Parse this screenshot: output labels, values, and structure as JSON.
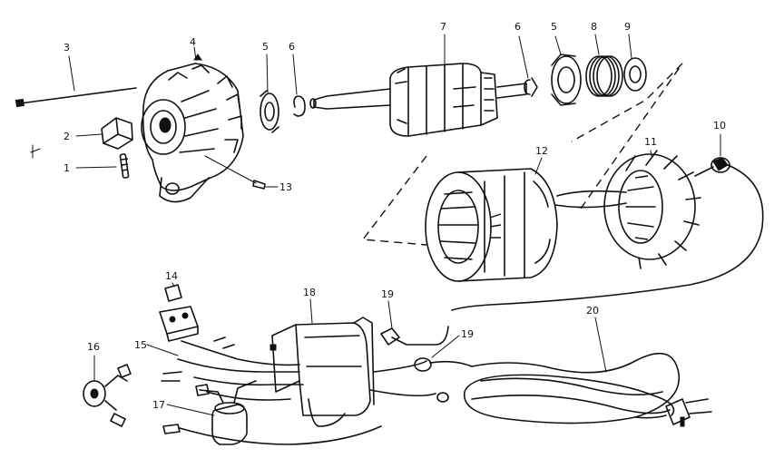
{
  "callouts": {
    "c1": "1",
    "c2": "2",
    "c3": "3",
    "c4": "4",
    "c5a": "5",
    "c6a": "6",
    "c7": "7",
    "c6b": "6",
    "c5b": "5",
    "c8": "8",
    "c9": "9",
    "c10": "10",
    "c11": "11",
    "c12": "12",
    "c13": "13",
    "c14": "14",
    "c15": "15",
    "c16": "16",
    "c17": "17",
    "c18": "18",
    "c19a": "19",
    "c19b": "19",
    "c20": "20"
  }
}
